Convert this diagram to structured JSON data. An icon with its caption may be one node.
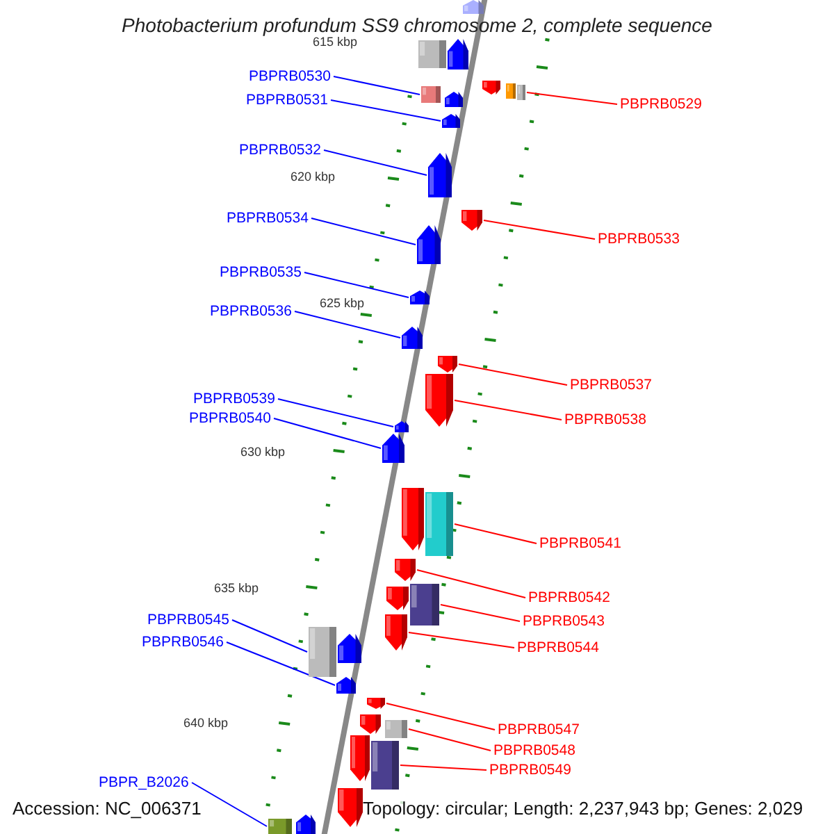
{
  "diagram": {
    "title": "Photobacterium profundum SS9 chromosome 2, complete sequence",
    "nodes": [
      {
        "text": [
          "PBPRB0530"
        ]
      },
      {
        "text": [],
        "shape": "box"
      },
      {
        "text": [
          "PBPRB0531"
        ]
      },
      {
        "text": [],
        "shape": "pentagon"
      },
      {
        "text": [
          "PBPRB0529"
        ]
      },
      {
        "text": [],
        "shape": "box"
      },
      {
        "text": [
          "PBPRB0532"
        ]
      },
      {
        "text": [],
        "shape": "pentagon"
      },
      {
        "text": [
          "PBPRB0534"
        ]
      },
      {
        "text": [],
        "shape": "pentagon"
      },
      {
        "text": [
          "PBPRB0533"
        ]
      },
      {
        "text": [],
        "shape": "pentagon"
      },
      {
        "text": [
          "PBPRB0535"
        ]
      },
      {
        "text": [],
        "shape": "pentagon"
      },
      {
        "text": [
          "PBPRB0536"
        ]
      },
      {
        "text": [],
        "shape": "pentagon"
      },
      {
        "text": [
          "PBPRB0537"
        ]
      },
      {
        "text": [],
        "shape": "pentagon"
      },
      {
        "text": [
          "PBPRB0539"
        ]
      },
      {
        "text": [],
        "shape": "pentagon"
      },
      {
        "text": [
          "PBPRB0538"
        ]
      },
      {
        "text": [],
        "shape": "pentagon"
      },
      {
        "text": [
          "PBPRB0540"
        ]
      },
      {
        "text": [],
        "shape": "pentagon"
      },
      {
        "text": [
          "PBPRB0541"
        ]
      },
      {
        "text": [],
        "shape": "box"
      },
      {
        "text": [
          "PBPRB0542"
        ]
      },
      {
        "text": [],
        "shape": "pentagon"
      },
      {
        "text": [
          "PBPRB0545"
        ]
      },
      {
        "text": [],
        "shape": "box"
      },
      {
        "text": [
          "PBPRB0543"
        ]
      },
      {
        "text": [],
        "shape": "box"
      },
      {
        "text": [
          "PBPRB0546"
        ]
      },
      {
        "text": [],
        "shape": "pentagon"
      },
      {
        "text": [
          "PBPRB0544"
        ]
      },
      {
        "text": [],
        "shape": "pentagon"
      },
      {
        "text": [
          "PBPRB0547"
        ]
      },
      {
        "text": [],
        "shape": "pentagon"
      },
      {
        "text": [
          "PBPRB0548"
        ]
      },
      {
        "text": [],
        "shape": "box"
      },
      {
        "text": [
          "PBPRB0549"
        ]
      },
      {
        "text": [],
        "shape": "box"
      },
      {
        "text": [
          "PBPR_B2026"
        ]
      },
      {
        "text": [],
        "shape": "box"
      },
      {
        "text": [],
        "shape": "pentagon"
      },
      {
        "text": [],
        "shape": "box"
      },
      {
        "text": [],
        "shape": "pentagon"
      },
      {
        "text": [],
        "shape": "pentagon"
      },
      {
        "text": [],
        "shape": "pentagon"
      },
      {
        "text": [],
        "shape": "box"
      },
      {
        "text": [],
        "shape": "pentagon"
      },
      {
        "text": [],
        "shape": "pentagon"
      },
      {
        "text": [],
        "shape": "pentagon"
      },
      {
        "text": [],
        "shape": "pentagon"
      },
      {
        "text": [],
        "shape": "pentagon"
      },
      {
        "text": [],
        "shape": "pentagon"
      },
      {
        "text": [],
        "shape": "pentagon"
      }
    ],
    "edges": [
      {
        "from": 0,
        "to": 1,
        "arrow": "none",
        "color": "#0000ff"
      },
      {
        "from": 2,
        "to": 3,
        "arrow": "none",
        "color": "#0000ff"
      },
      {
        "from": 4,
        "to": 5,
        "arrow": "none",
        "color": "#ff0000"
      },
      {
        "from": 6,
        "to": 7,
        "arrow": "none",
        "color": "#0000ff"
      },
      {
        "from": 8,
        "to": 9,
        "arrow": "none",
        "color": "#0000ff"
      },
      {
        "from": 10,
        "to": 11,
        "arrow": "none",
        "color": "#ff0000"
      },
      {
        "from": 12,
        "to": 13,
        "arrow": "none",
        "color": "#0000ff"
      },
      {
        "from": 14,
        "to": 15,
        "arrow": "none",
        "color": "#0000ff"
      },
      {
        "from": 16,
        "to": 17,
        "arrow": "none",
        "color": "#ff0000"
      },
      {
        "from": 18,
        "to": 19,
        "arrow": "none",
        "color": "#0000ff"
      },
      {
        "from": 20,
        "to": 21,
        "arrow": "none",
        "color": "#ff0000"
      },
      {
        "from": 22,
        "to": 23,
        "arrow": "none",
        "color": "#0000ff"
      },
      {
        "from": 24,
        "to": 25,
        "arrow": "none",
        "color": "#ff0000"
      },
      {
        "from": 26,
        "to": 27,
        "arrow": "none",
        "color": "#ff0000"
      },
      {
        "from": 28,
        "to": 29,
        "arrow": "none",
        "color": "#0000ff"
      },
      {
        "from": 30,
        "to": 31,
        "arrow": "none",
        "color": "#ff0000"
      },
      {
        "from": 32,
        "to": 33,
        "arrow": "none",
        "color": "#0000ff"
      },
      {
        "from": 34,
        "to": 35,
        "arrow": "none",
        "color": "#ff0000"
      },
      {
        "from": 36,
        "to": 37,
        "arrow": "none",
        "color": "#ff0000"
      },
      {
        "from": 38,
        "to": 39,
        "arrow": "none",
        "color": "#ff0000"
      },
      {
        "from": 40,
        "to": 41,
        "arrow": "none",
        "color": "#ff0000"
      },
      {
        "from": 42,
        "to": 43,
        "arrow": "none",
        "color": "#0000ff"
      }
    ],
    "labels": [
      "615 kbp",
      "620 kbp",
      "625 kbp",
      "630 kbp",
      "635 kbp",
      "640 kbp",
      "Accession: NC_006371",
      "Topology: circular; Length: 2,237,943 bp; Genes: 2,029"
    ]
  }
}
